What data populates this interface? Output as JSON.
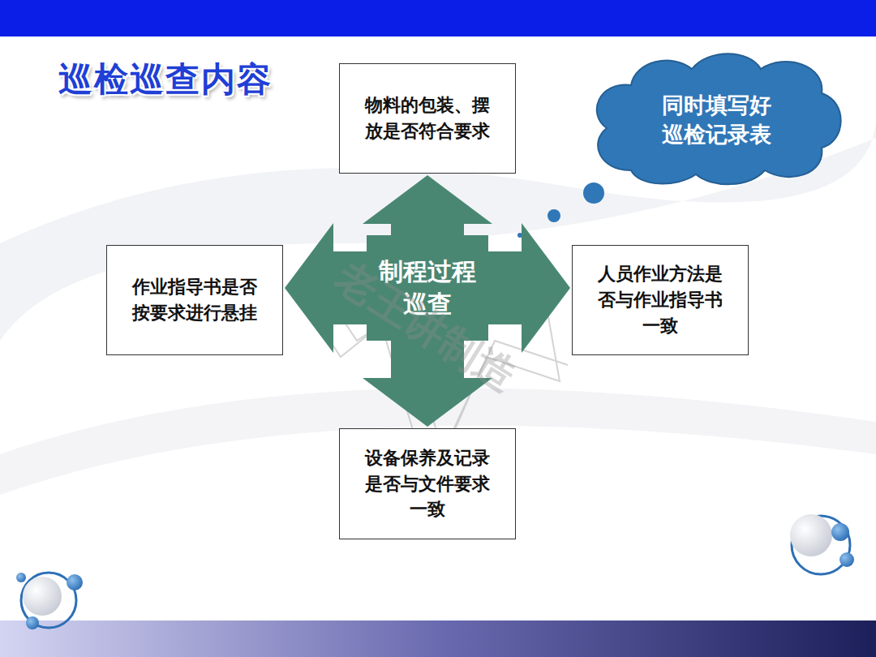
{
  "diagram": {
    "title": "巡检巡查内容",
    "nodes": [
      {
        "text": [
          "物料的包装、摆 放是否符合要求"
        ]
      },
      {
        "text": [
          "同时填写好 巡检记录表"
        ]
      },
      {
        "text": [
          "作业指导书是否 按要求进行悬挂"
        ]
      },
      {
        "text": [
          "制程过程 巡查"
        ]
      },
      {
        "text": [
          "人员作业方法是 否与作业指导书 一致"
        ]
      },
      {
        "text": [
          "设备保养及记录 是否与文件要求 一致"
        ]
      }
    ],
    "edges": [
      {
        "from": 3,
        "to": 0,
        "arrow": "to"
      },
      {
        "from": 3,
        "to": 2,
        "arrow": "to"
      },
      {
        "from": 3,
        "to": 4,
        "arrow": "to"
      },
      {
        "from": 3,
        "to": 5,
        "arrow": "to"
      }
    ],
    "labels": [
      "老王讲制造"
    ]
  }
}
